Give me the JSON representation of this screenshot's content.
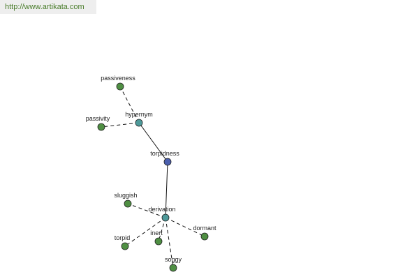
{
  "header": {
    "url": "http://www.artikata.com"
  },
  "colors": {
    "root": "#4b5fae",
    "relation": "#4e9a9a",
    "leaf": "#4f8f43"
  },
  "graph": {
    "nodes": [
      {
        "id": "torpidness",
        "label": "torpidness",
        "kind": "root"
      },
      {
        "id": "hypernym",
        "label": "hypernym",
        "kind": "relation"
      },
      {
        "id": "passiveness",
        "label": "passiveness",
        "kind": "leaf"
      },
      {
        "id": "passivity",
        "label": "passivity",
        "kind": "leaf"
      },
      {
        "id": "derivation",
        "label": "derivation",
        "kind": "relation"
      },
      {
        "id": "sluggish",
        "label": "sluggish",
        "kind": "leaf"
      },
      {
        "id": "dormant",
        "label": "dormant",
        "kind": "leaf"
      },
      {
        "id": "torpid",
        "label": "torpid",
        "kind": "leaf"
      },
      {
        "id": "inert",
        "label": "inert",
        "kind": "leaf"
      },
      {
        "id": "soggy",
        "label": "soggy",
        "kind": "leaf"
      }
    ],
    "edges": [
      {
        "from": "torpidness",
        "to": "hypernym",
        "style": "solid"
      },
      {
        "from": "torpidness",
        "to": "derivation",
        "style": "solid"
      },
      {
        "from": "hypernym",
        "to": "passiveness",
        "style": "dashed"
      },
      {
        "from": "hypernym",
        "to": "passivity",
        "style": "dashed"
      },
      {
        "from": "derivation",
        "to": "sluggish",
        "style": "dashed"
      },
      {
        "from": "derivation",
        "to": "dormant",
        "style": "dashed"
      },
      {
        "from": "derivation",
        "to": "torpid",
        "style": "dashed"
      },
      {
        "from": "derivation",
        "to": "inert",
        "style": "dashed"
      },
      {
        "from": "derivation",
        "to": "soggy",
        "style": "dashed"
      }
    ]
  }
}
